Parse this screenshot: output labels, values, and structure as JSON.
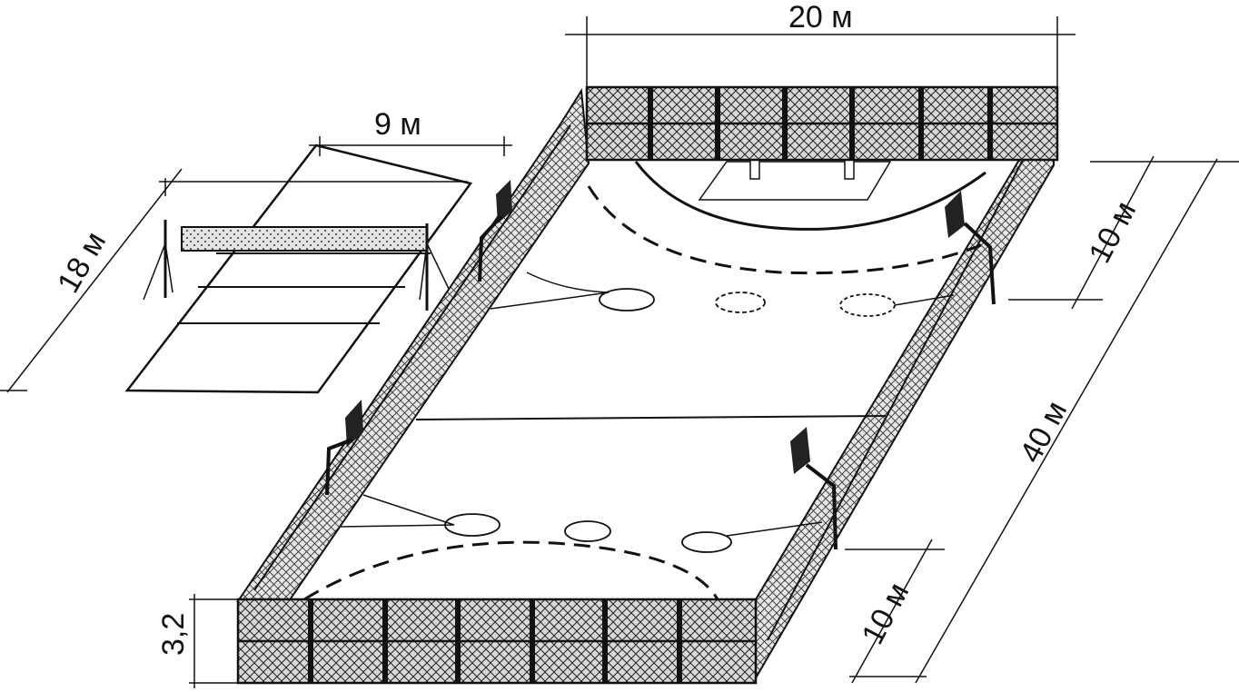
{
  "dimensions": {
    "court_width": "20 м",
    "court_end_zone_top": "10 м",
    "court_length": "40 м",
    "court_end_zone_bottom": "10 м",
    "fence_height": "3,2",
    "volleyball_width": "9 м",
    "volleyball_length": "18 м"
  },
  "colors": {
    "ink": "#111111",
    "fence_fill": "#d9d9d9",
    "paper": "#ffffff"
  }
}
